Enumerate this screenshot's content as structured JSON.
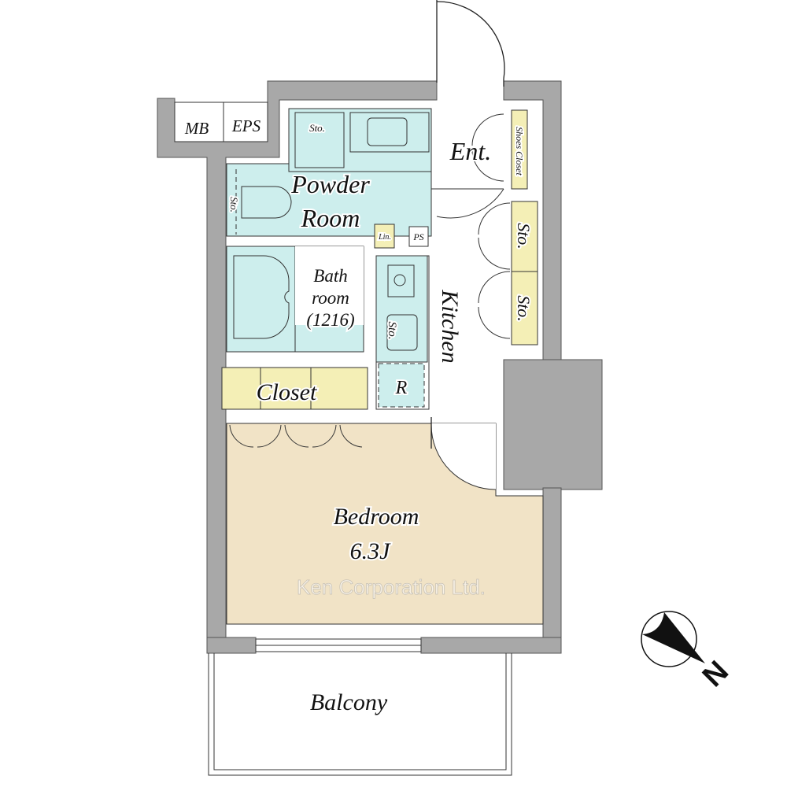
{
  "rooms": {
    "mb": "MB",
    "eps": "EPS",
    "powder_room_line1": "Powder",
    "powder_room_line2": "Room",
    "storage": "Sto.",
    "entrance": "Ent.",
    "shoes_closet": "Shoes Closet",
    "linen": "Lin.",
    "pipe_space": "PS",
    "bathroom_line1": "Bath",
    "bathroom_line2": "room",
    "bathroom_size": "(1216)",
    "kitchen": "Kitchen",
    "refrigerator": "R",
    "closet": "Closet",
    "bedroom": "Bedroom",
    "bedroom_size": "6.3J",
    "balcony": "Balcony"
  },
  "watermark": "Ken Corporation Ltd.",
  "compass": {
    "label": "N"
  },
  "colors": {
    "wet_area": "#cdeeed",
    "storage": "#f4efb6",
    "bedroom": "#f1e3c6",
    "wall": "#a8a8a8"
  }
}
